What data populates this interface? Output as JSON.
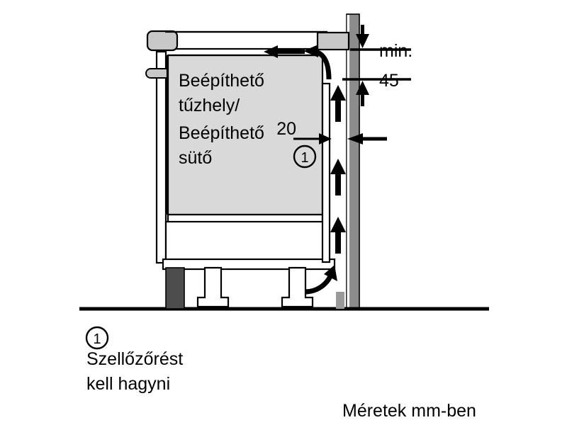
{
  "diagram": {
    "title_text_lines": [
      "Beépíthető",
      "tűzhely/",
      "Beépíthető",
      "sütő"
    ],
    "appliance_label_line1": "Beépíthető",
    "appliance_label_line2": "tűzhely/",
    "appliance_label_line3": "Beépíthető",
    "appliance_label_line4": "sütő",
    "dimensions": {
      "min_label": "min.",
      "min_value": "45",
      "rear_gap_value": "20",
      "rear_gap_marker": "①"
    },
    "legend": {
      "marker": "①",
      "line1": "Szellőzőrést",
      "line2": "kell hagyni"
    },
    "footnote": "Méretek mm-ben",
    "icons": {
      "airflow_arrow_top": "curved-arrow-left-icon",
      "airflow_arrow_bottom": "curved-arrow-up-right-icon",
      "airflow_arrow_straight": "arrow-left-icon",
      "vent_arrow_up": "arrow-up-icon",
      "dim_arrow_down": "arrow-down-icon",
      "dim_arrow_up": "arrow-up-icon",
      "gap_arrow_right": "arrow-right-icon",
      "gap_arrow_left": "arrow-left-icon"
    },
    "colors": {
      "line": "#000000",
      "wall_fill": "#8c8c8c",
      "appliance_fill": "#d9d9d9",
      "worktop_cap_fill": "#c8c8c8",
      "plinth_fill": "#4d4d4d",
      "background": "#ffffff",
      "cabinet_fill": "#ffffff"
    }
  }
}
